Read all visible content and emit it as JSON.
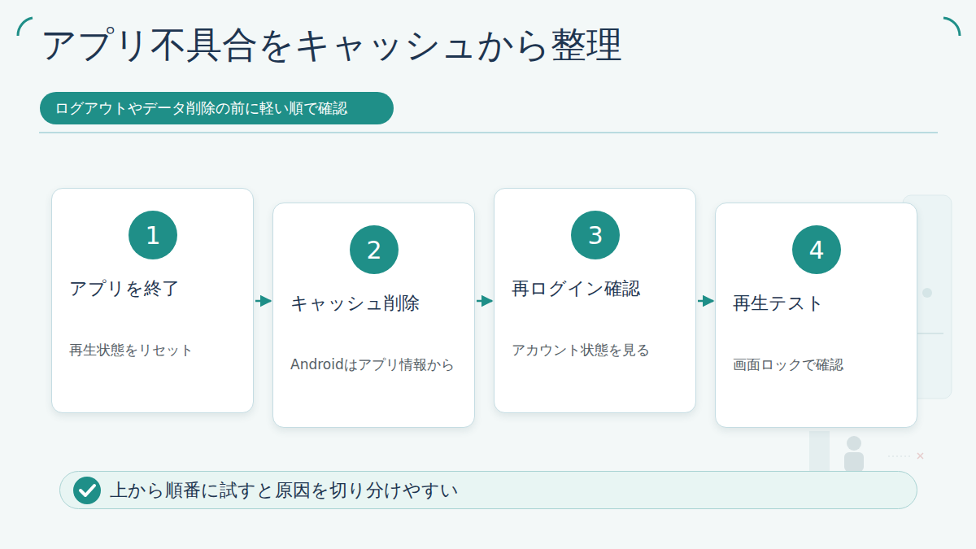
{
  "diagram": {
    "title": "アプリ不具合をキャッシュから整理",
    "nodes": [
      {
        "text": [
          "ログアウトやデータ削除の前に軽い順で確認"
        ]
      },
      {
        "text": [
          "アプリを終了",
          "再生状態をリセット"
        ]
      },
      {
        "text": [
          "1"
        ],
        "in": 1
      },
      {
        "text": [
          "キャッシュ削除",
          "Androidはアプリ情報から"
        ]
      },
      {
        "text": [
          "2"
        ],
        "in": 3
      },
      {
        "text": [
          "再ログイン確認",
          "アカウント状態を見る"
        ]
      },
      {
        "text": [
          "3"
        ],
        "in": 5
      },
      {
        "text": [
          "再生テスト",
          "画面ロックで確認"
        ]
      },
      {
        "text": [
          "4"
        ],
        "in": 7
      },
      {
        "text": [
          "上から順番に試すと原因を切り分けやすい"
        ]
      }
    ],
    "edges": [
      {
        "from": 1,
        "to": 3,
        "arrow": "to"
      },
      {
        "from": 3,
        "to": 5,
        "arrow": "to"
      },
      {
        "from": 5,
        "to": 7,
        "arrow": "to"
      }
    ]
  }
}
